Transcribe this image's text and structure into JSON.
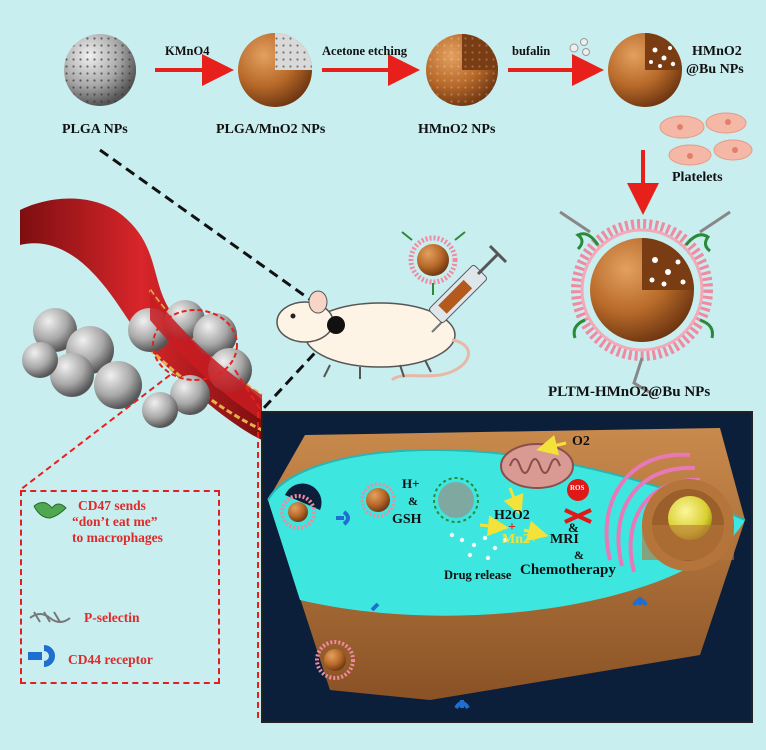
{
  "labels": {
    "plga": "PLGA NPs",
    "plga_mno2": "PLGA/MnO2 NPs",
    "hmno2": "HMnO2 NPs",
    "hmno2_bu_line1": "HMnO2",
    "hmno2_bu_line2": "@Bu NPs",
    "platelets": "Platelets",
    "pltm": "PLTM-HMnO2@Bu NPs"
  },
  "arrows": {
    "step1": "KMnO4",
    "step2": "Acetone etching",
    "step3": "bufalin"
  },
  "legend": {
    "cd47_line1": "CD47 sends",
    "cd47_line2": "“don’t eat me”",
    "cd47_line3": "to macrophages",
    "pselectin": "P-selectin",
    "cd44": "CD44 receptor"
  },
  "cell": {
    "o2": "O2",
    "h_plus": "H+",
    "amp1": "&",
    "gsh": "GSH",
    "h2o2": "H2O2",
    "plus": "+",
    "mn": "Mn2+",
    "amp2": "&",
    "mri": "MRI",
    "amp3": "&",
    "chemo": "Chemotherapy",
    "drug_release": "Drug release",
    "ros": "ROS"
  },
  "colors": {
    "background": "#c9eef0",
    "arrow_red": "#e8201c",
    "particle_brown": "#b86a2a",
    "cytoplasm": "#3ee6e0",
    "cell_body": "#b5743a",
    "legend_red": "#e02a2a",
    "panel_dark": "#0b1f3a"
  }
}
